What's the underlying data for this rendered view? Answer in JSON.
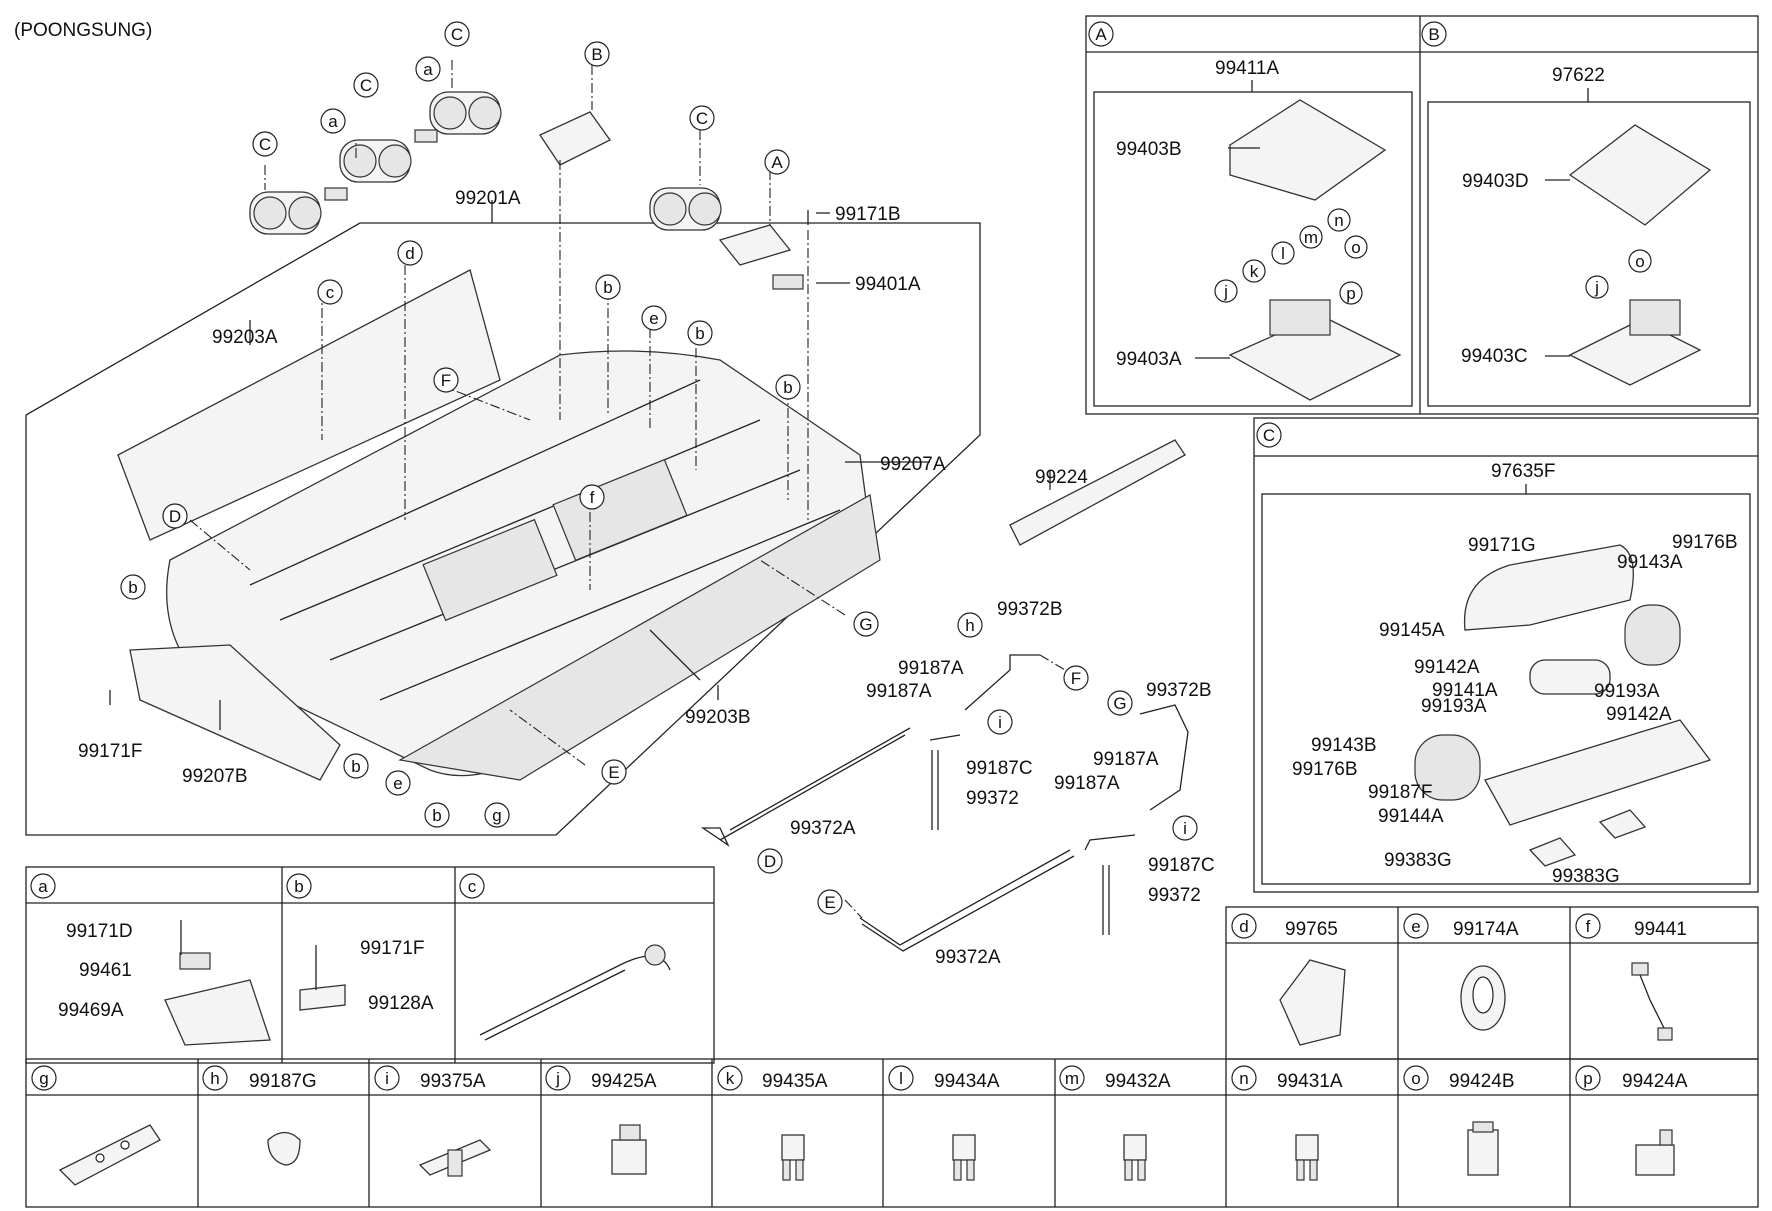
{
  "header": {
    "variant": "(POONGSUNG)"
  },
  "main_labels": {
    "l99201A": "99201A",
    "l99203A": "99203A",
    "l99207A": "99207A",
    "l99171B": "99171B",
    "l99401A": "99401A",
    "l99224": "99224",
    "l99203B": "99203B",
    "l99207B": "99207B",
    "l99171F": "99171F",
    "l99372B_1": "99372B",
    "l99372B_2": "99372B",
    "l99187A_1": "99187A",
    "l99187A_2": "99187A",
    "l99187A_3": "99187A",
    "l99187A_4": "99187A",
    "l99187C_1": "99187C",
    "l99187C_2": "99187C",
    "l99372_1": "99372",
    "l99372_2": "99372",
    "l99372A_1": "99372A",
    "l99372A_2": "99372A"
  },
  "callouts": {
    "c_top1": "C",
    "c_top2": "C",
    "c_top3": "C",
    "c_top4": "C",
    "a_top1": "a",
    "a_top2": "a",
    "B_top": "B",
    "A_top": "A",
    "c_small": "c",
    "d_small": "d",
    "e_small": "e",
    "f_small": "f",
    "F_main": "F",
    "D_main": "D",
    "G_main": "G",
    "E_main": "E",
    "b1": "b",
    "b2": "b",
    "b3": "b",
    "b4": "b",
    "b5": "b",
    "b6": "b",
    "e2": "e",
    "g1": "g",
    "h1": "h",
    "i1": "i",
    "i2": "i",
    "F2": "F",
    "G2": "G",
    "D2": "D",
    "E2": "E"
  },
  "panel_A": {
    "tag": "A",
    "assembly": "99411A",
    "cover": "99403B",
    "base": "99403A",
    "letters": [
      "j",
      "k",
      "l",
      "m",
      "n",
      "o",
      "p"
    ]
  },
  "panel_B": {
    "tag": "B",
    "assembly": "97622",
    "cover": "99403D",
    "base": "99403C",
    "letters": [
      "j",
      "o"
    ]
  },
  "panel_C": {
    "tag": "C",
    "assembly": "97635F",
    "parts": [
      "99171G",
      "99176B",
      "99143A",
      "99145A",
      "99142A",
      "99141A",
      "99193A",
      "99193A",
      "99142A",
      "99143B",
      "99176B",
      "99187F",
      "99144A",
      "99383G",
      "99383G"
    ]
  },
  "panel_a": {
    "tag": "a",
    "parts": [
      "99171D",
      "99461",
      "99469A"
    ]
  },
  "panel_b": {
    "tag": "b",
    "parts": [
      "99171F",
      "99128A"
    ]
  },
  "panel_c": {
    "tag": "c"
  },
  "row_def": [
    {
      "tag": "d",
      "part": "99765"
    },
    {
      "tag": "e",
      "part": "99174A"
    },
    {
      "tag": "f",
      "part": "99441"
    }
  ],
  "row_bottom": [
    {
      "tag": "g",
      "part": ""
    },
    {
      "tag": "h",
      "part": "99187G"
    },
    {
      "tag": "i",
      "part": "99375A"
    },
    {
      "tag": "j",
      "part": "99425A"
    },
    {
      "tag": "k",
      "part": "99435A"
    },
    {
      "tag": "l",
      "part": "99434A"
    },
    {
      "tag": "m",
      "part": "99432A"
    },
    {
      "tag": "n",
      "part": "99431A"
    },
    {
      "tag": "o",
      "part": "99424B"
    },
    {
      "tag": "p",
      "part": "99424A"
    }
  ]
}
